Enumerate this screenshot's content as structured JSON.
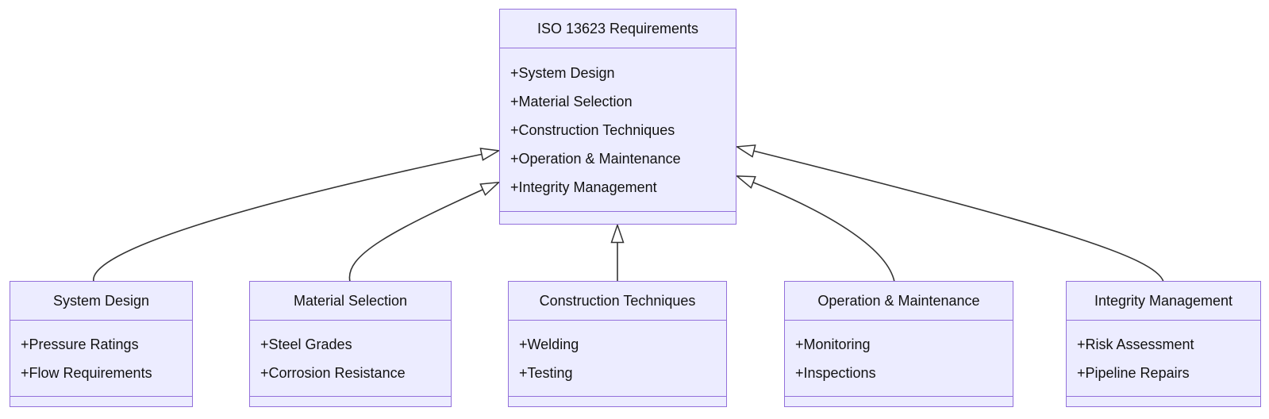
{
  "diagram": {
    "type": "uml-class-diagram",
    "parent": {
      "title": "ISO 13623 Requirements",
      "members": [
        "+System Design",
        "+Material Selection",
        "+Construction Techniques",
        "+Operation & Maintenance",
        "+Integrity Management"
      ]
    },
    "children": [
      {
        "title": "System Design",
        "members": [
          "+Pressure Ratings",
          "+Flow Requirements"
        ]
      },
      {
        "title": "Material Selection",
        "members": [
          "+Steel Grades",
          "+Corrosion Resistance"
        ]
      },
      {
        "title": "Construction Techniques",
        "members": [
          "+Welding",
          "+Testing"
        ]
      },
      {
        "title": "Operation & Maintenance",
        "members": [
          "+Monitoring",
          "+Inspections"
        ]
      },
      {
        "title": "Integrity Management",
        "members": [
          "+Risk Assessment",
          "+Pipeline Repairs"
        ]
      }
    ],
    "relations": [
      {
        "from": "System Design",
        "to": "ISO 13623 Requirements",
        "type": "generalization"
      },
      {
        "from": "Material Selection",
        "to": "ISO 13623 Requirements",
        "type": "generalization"
      },
      {
        "from": "Construction Techniques",
        "to": "ISO 13623 Requirements",
        "type": "generalization"
      },
      {
        "from": "Operation & Maintenance",
        "to": "ISO 13623 Requirements",
        "type": "generalization"
      },
      {
        "from": "Integrity Management",
        "to": "ISO 13623 Requirements",
        "type": "generalization"
      }
    ],
    "colors": {
      "box_fill": "#ECECFF",
      "box_border": "#9370DB",
      "edge_stroke": "#333333",
      "text": "#121212",
      "background": "#ffffff"
    }
  }
}
